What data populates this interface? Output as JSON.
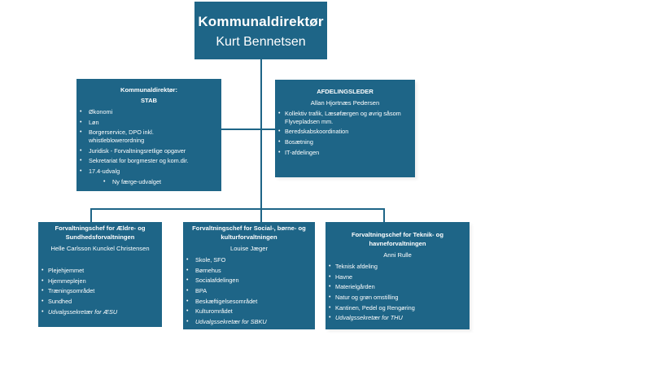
{
  "colors": {
    "box_fill": "#1e6587",
    "text": "#ffffff",
    "connector": "#1e6587"
  },
  "top": {
    "title": "Kommunaldirektør",
    "name": "Kurt Bennetsen"
  },
  "stab": {
    "title": "Kommunaldirektør:",
    "subtitle": "STAB",
    "items": [
      "Økonomi",
      "Løn",
      "Borgerservice, DPO inkl. whistleblowerordning",
      "Juridisk - Forvaltningsretlige opgaver",
      "Sekretariat for borgmester og kom.dir.",
      "17.4-udvalg"
    ],
    "subitem": "Ny færge-udvalget"
  },
  "afdelingsleder": {
    "title": "AFDELINGSLEDER",
    "name": "Allan Hjortnæs Pedersen",
    "items": [
      "Kollektiv trafik, Læsøfærgen og øvrig såsom Flyvepladsen mm.",
      "Beredskabskoordination",
      "Bosætning",
      "IT-afdelingen"
    ]
  },
  "departments": [
    {
      "title": "Forvaltningschef for Ældre- og Sundhedsforvaltningen",
      "name": "Helle Carlsson Kunckel Christensen",
      "items": [
        "Plejehjemmet",
        "Hjemmeplejen",
        "Træningsområdet",
        "Sundhed"
      ],
      "secretary": "Udvalgssekretær for ÆSU"
    },
    {
      "title": "Forvaltningschef for Social-, børne- og kulturforvaltningen",
      "name": "Louise Jæger",
      "items": [
        "Skole, SFO",
        "Børnehus",
        "Socialafdelingen",
        "BPA",
        "Beskæftigelsesområdet",
        "Kulturområdet"
      ],
      "secretary": "Udvalgssekretær for SBKU"
    },
    {
      "title": "Forvaltningschef for Teknik- og havneforvaltningen",
      "name": "Anni Rulle",
      "items": [
        "Teknisk afdeling",
        "Havne",
        "Materielgården",
        "Natur og grøn omstilling",
        "Kantinen, Pedel og Rengøring"
      ],
      "secretary": "Udvalgssekretær for THU"
    }
  ]
}
